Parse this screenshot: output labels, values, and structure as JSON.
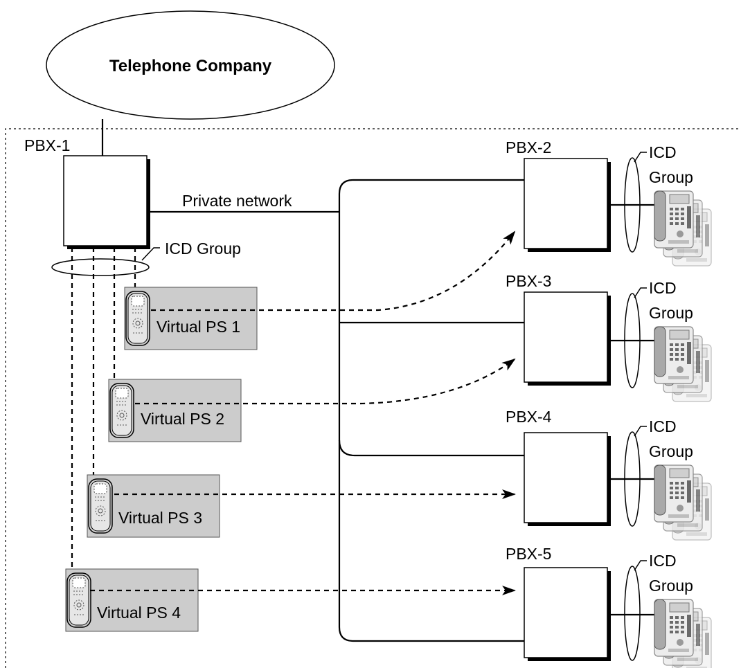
{
  "telephone_company": {
    "label": "Telephone Company"
  },
  "private_network_label": "Private network",
  "pbx1": {
    "label": "PBX-1",
    "icd_label": "ICD Group"
  },
  "virtual_ps": [
    {
      "label": "Virtual PS 1"
    },
    {
      "label": "Virtual PS 2"
    },
    {
      "label": "Virtual PS 3"
    },
    {
      "label": "Virtual PS 4"
    }
  ],
  "remote_pbx": [
    {
      "label": "PBX-2",
      "icd_line1": "ICD",
      "icd_line2": "Group"
    },
    {
      "label": "PBX-3",
      "icd_line1": "ICD",
      "icd_line2": "Group"
    },
    {
      "label": "PBX-4",
      "icd_line1": "ICD",
      "icd_line2": "Group"
    },
    {
      "label": "PBX-5",
      "icd_line1": "ICD",
      "icd_line2": "Group"
    }
  ],
  "colors": {
    "ps_panel": "#cccccc",
    "handset": "#bdbdbd",
    "phone_gray": "#c8c8c8"
  }
}
